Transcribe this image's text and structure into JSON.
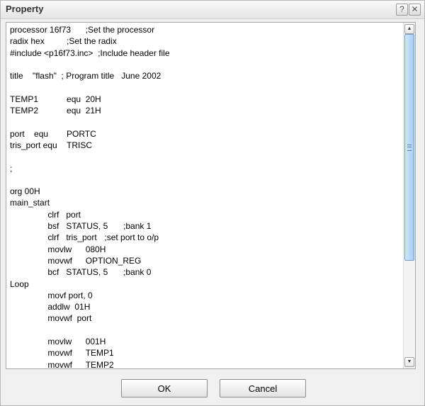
{
  "dialog": {
    "title": "Property",
    "help_label": "?",
    "close_label": "✕"
  },
  "editor": {
    "lines": [
      "processor 16f73\t;Set the processor",
      "radix hex\t\t;Set the radix",
      "#include <p16f73.inc>  ;Include header file",
      "",
      "title    \"flash\"  ; Program title   June 2002",
      "",
      "TEMP1\t\tequ  20H",
      "TEMP2\t\tequ  21H",
      "",
      "port    equ\tPORTC",
      "tris_port equ\tTRISC",
      "",
      ";",
      "",
      "org 00H",
      "main_start",
      "\t\tclrf   port",
      "\t\tbsf   STATUS, 5\t;bank 1",
      "\t\tclrf   tris_port\t;set port to o/p",
      "\t\tmovlw\t080H",
      "\t\tmovwf\tOPTION_REG",
      "\t\tbcf   STATUS, 5\t;bank 0",
      "Loop",
      "\t\tmovf port, 0",
      "\t\taddlw  01H",
      "\t\tmovwf  port",
      "",
      "\t\tmovlw\t001H",
      "\t\tmovwf\tTEMP1",
      "\t\tmovwf\tTEMP2"
    ]
  },
  "scrollbar": {
    "up_label": "▲",
    "down_label": "▼"
  },
  "buttons": {
    "ok_label": "OK",
    "cancel_label": "Cancel"
  }
}
